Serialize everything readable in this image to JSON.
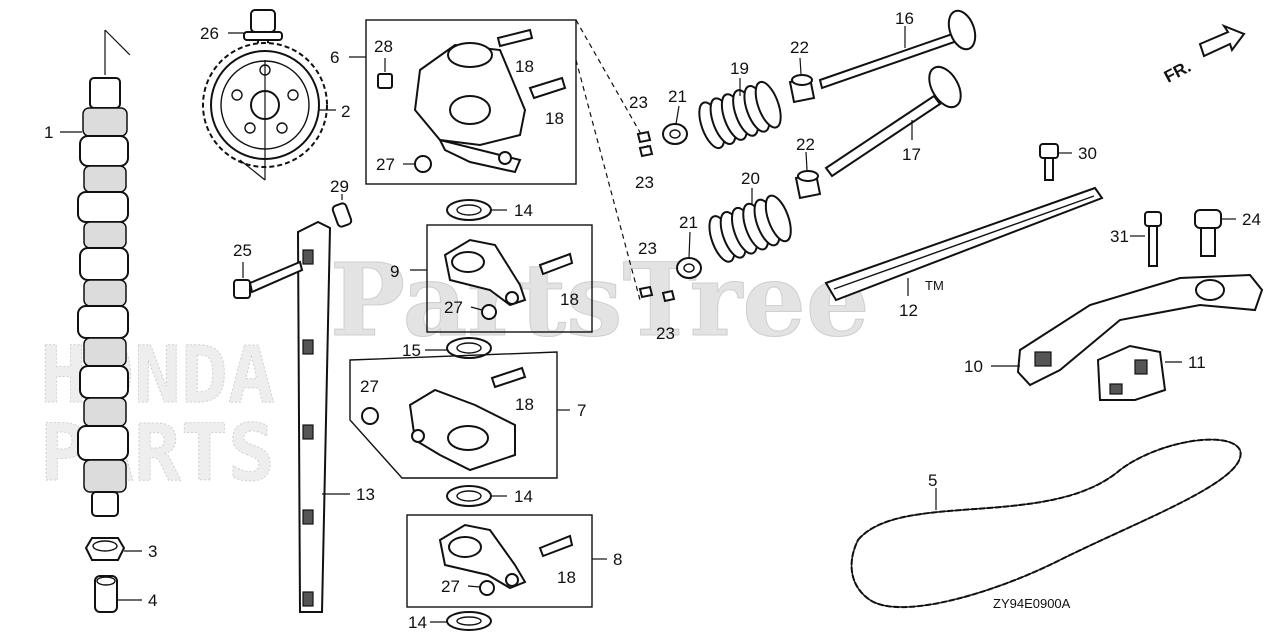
{
  "watermark": {
    "brand": "PartsTree",
    "tm": "TM",
    "side_line1": "HONDA",
    "side_line2": "PARTS"
  },
  "front_marker": "FR.",
  "diagram_code": "ZY94E0900A",
  "callouts": {
    "n1": "1",
    "n2": "2",
    "n3": "3",
    "n4": "4",
    "n5": "5",
    "n6": "6",
    "n7": "7",
    "n8": "8",
    "n9": "9",
    "n10": "10",
    "n11": "11",
    "n12": "12",
    "n13": "13",
    "n14a": "14",
    "n14b": "14",
    "n14c": "14",
    "n15": "15",
    "n16": "16",
    "n17": "17",
    "n18a": "18",
    "n18b": "18",
    "n18c": "18",
    "n18d": "18",
    "n18e": "18",
    "n19": "19",
    "n20": "20",
    "n21a": "21",
    "n21b": "21",
    "n22a": "22",
    "n22b": "22",
    "n23a": "23",
    "n23b": "23",
    "n23c": "23",
    "n23d": "23",
    "n24": "24",
    "n25": "25",
    "n26": "26",
    "n27a": "27",
    "n27b": "27",
    "n27c": "27",
    "n27d": "27",
    "n28": "28",
    "n29": "29",
    "n30": "30",
    "n31": "31"
  }
}
